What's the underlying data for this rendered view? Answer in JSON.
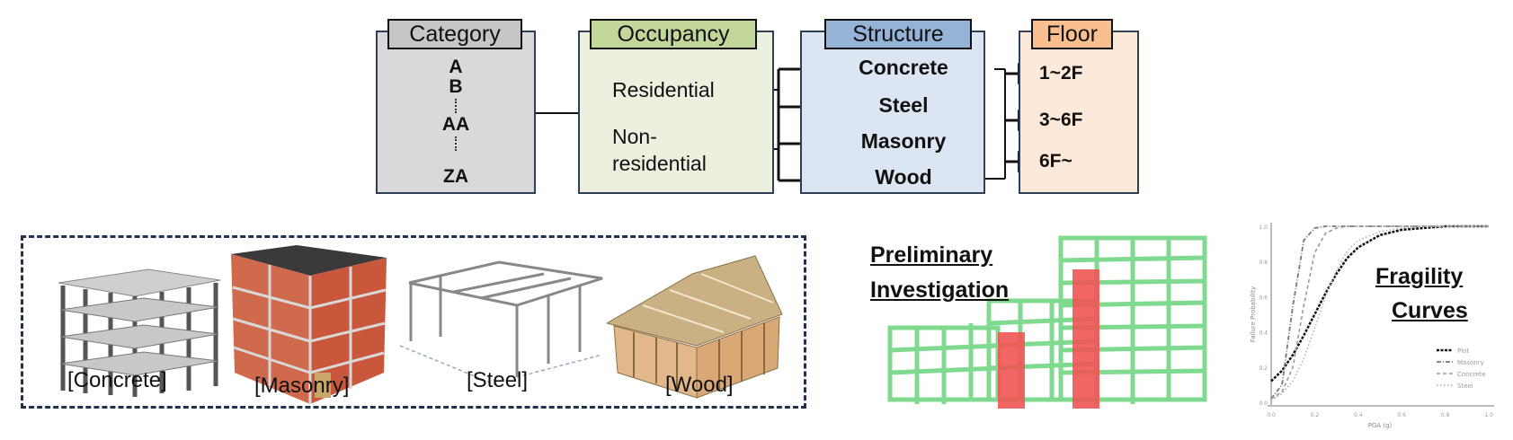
{
  "flow": {
    "category": {
      "title": "Category",
      "items": [
        "A",
        "B",
        "AA",
        "ZA"
      ]
    },
    "occupancy": {
      "title": "Occupancy",
      "items": [
        "Residential",
        "Non-",
        "residential"
      ]
    },
    "structure": {
      "title": "Structure",
      "items": [
        "Concrete",
        "Steel",
        "Masonry",
        "Wood"
      ]
    },
    "floor": {
      "title": "Floor",
      "items": [
        "1~2F",
        "3~6F",
        "6F~"
      ]
    },
    "colors": {
      "category_bg": "#d9d9d9",
      "occupancy_bg": "#ebf1de",
      "structure_bg": "#dce6f2",
      "floor_bg": "#fde9d9"
    }
  },
  "building_types": {
    "captions": [
      "[Concrete]",
      "[Masonry]",
      "[Steel]",
      "[Wood]"
    ]
  },
  "investigation": {
    "title_line1": "Preliminary",
    "title_line2": "Investigation"
  },
  "fragility": {
    "title_line1": "Fragility",
    "title_line2": "Curves"
  },
  "chart_data": {
    "type": "line",
    "title": "Fragility Curves",
    "xlabel": "PGA (g)",
    "ylabel": "Failure Probability",
    "xlim": [
      0,
      1.0
    ],
    "ylim": [
      0,
      1.0
    ],
    "xticks": [
      "0.0",
      "0.2",
      "0.4",
      "0.6",
      "0.8",
      "1.0"
    ],
    "yticks": [
      "0.0",
      "0.2",
      "0.4",
      "0.6",
      "0.8",
      "1.0"
    ],
    "legend_position": "bottom-right",
    "x": [
      0.0,
      0.05,
      0.1,
      0.15,
      0.2,
      0.25,
      0.3,
      0.35,
      0.4,
      0.5,
      0.6,
      0.7,
      0.8,
      0.9,
      1.0
    ],
    "series": [
      {
        "name": "Plot",
        "style": "solid-marker",
        "values": [
          0.12,
          0.18,
          0.27,
          0.38,
          0.5,
          0.62,
          0.73,
          0.82,
          0.88,
          0.95,
          0.98,
          0.99,
          1.0,
          1.0,
          1.0
        ]
      },
      {
        "name": "Masonry",
        "style": "dash-dot",
        "values": [
          0.02,
          0.1,
          0.55,
          0.92,
          0.99,
          1.0,
          1.0,
          1.0,
          1.0,
          1.0,
          1.0,
          1.0,
          1.0,
          1.0,
          1.0
        ]
      },
      {
        "name": "Concrete",
        "style": "dashed",
        "values": [
          0.02,
          0.06,
          0.2,
          0.55,
          0.85,
          0.96,
          0.99,
          1.0,
          1.0,
          1.0,
          1.0,
          1.0,
          1.0,
          1.0,
          1.0
        ]
      },
      {
        "name": "Steel",
        "style": "dotted",
        "values": [
          0.01,
          0.05,
          0.12,
          0.25,
          0.42,
          0.6,
          0.75,
          0.86,
          0.92,
          0.97,
          0.99,
          1.0,
          1.0,
          1.0,
          1.0
        ]
      }
    ]
  }
}
